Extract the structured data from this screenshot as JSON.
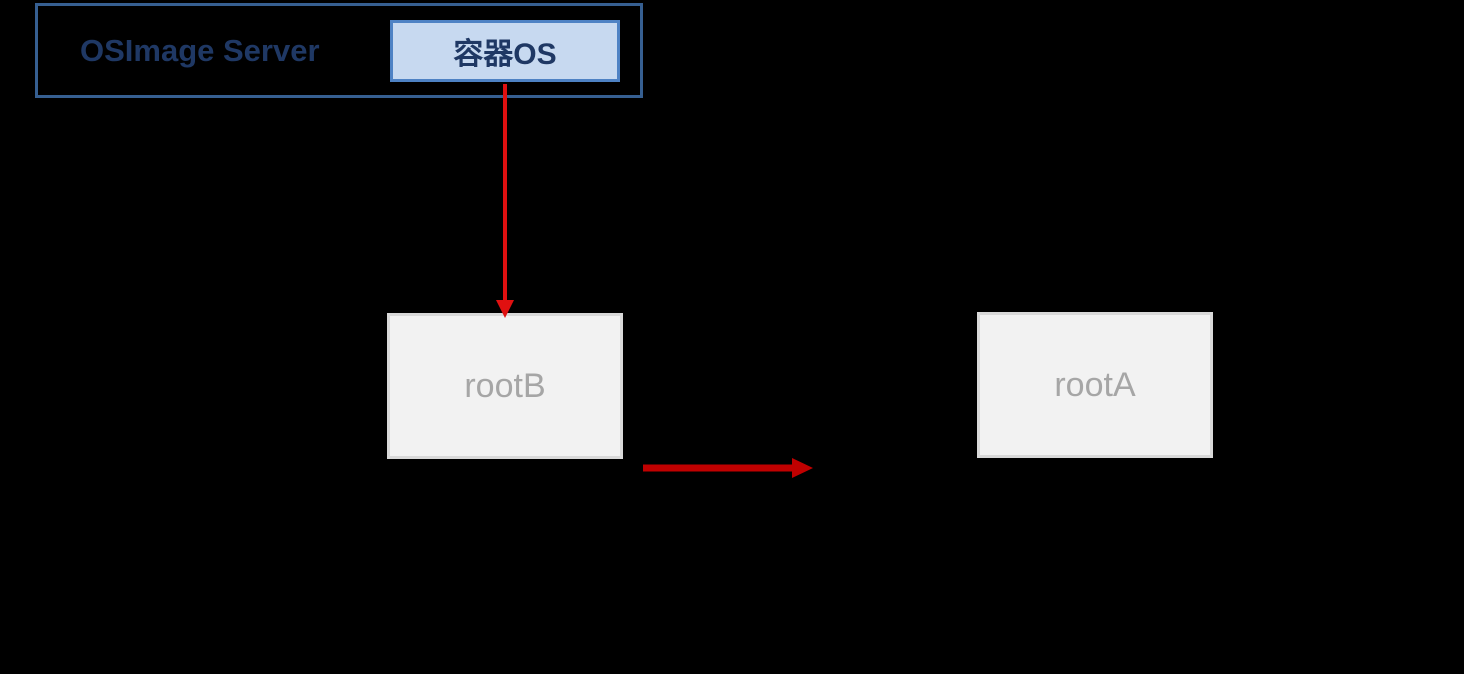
{
  "diagram": {
    "server": {
      "label": "OSImage Server"
    },
    "container_os": {
      "label": "容器OS"
    },
    "rootB": {
      "label": "rootB"
    },
    "rootA": {
      "label": "rootA"
    }
  },
  "colors": {
    "background": "#000000",
    "server_border": "#365f91",
    "title_text": "#1f3864",
    "container_fill": "#c7d9f0",
    "container_border": "#4e82c4",
    "root_fill": "#f2f2f2",
    "root_border": "#d9d9d9",
    "root_text": "#a6a6a6",
    "arrow_download": "#e01010",
    "arrow_switch": "#c00000"
  }
}
